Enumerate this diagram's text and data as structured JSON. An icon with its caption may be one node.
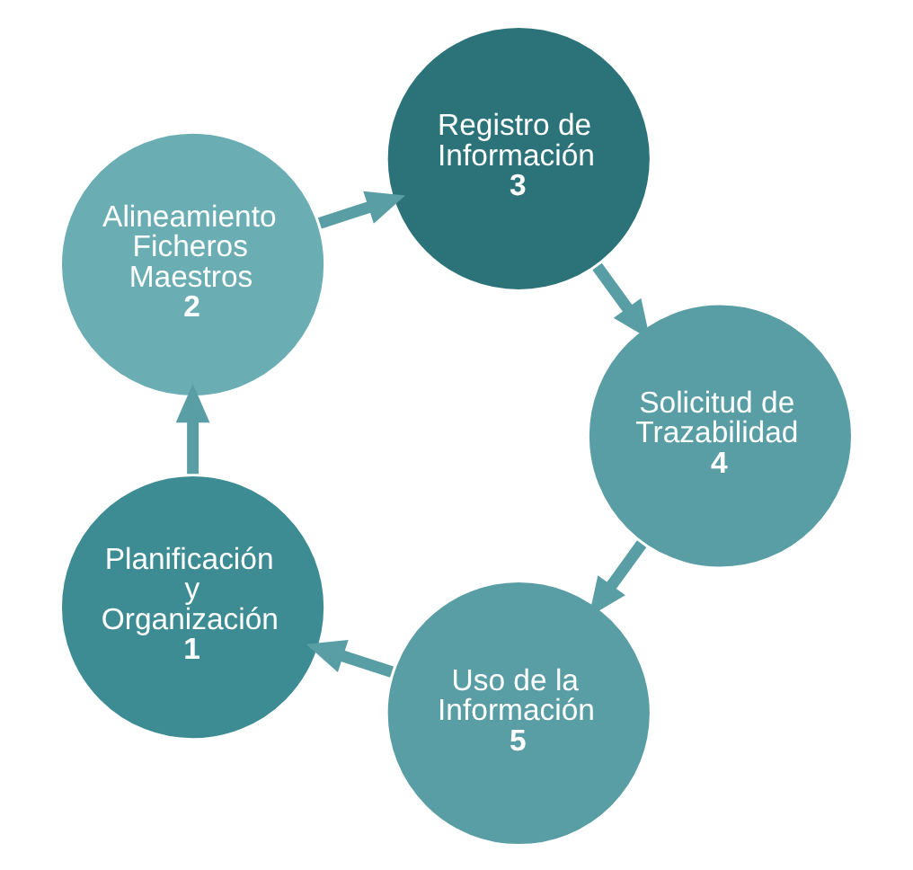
{
  "diagram": {
    "nodes": [
      {
        "text": [
          "Planificación y Organización",
          "1"
        ]
      },
      {
        "text": [
          "Alineamiento Ficheros Maestros",
          "2"
        ]
      },
      {
        "text": [
          "Registro de Información",
          "3"
        ]
      },
      {
        "text": [
          "Solicitud de Trazabilidad",
          "4"
        ]
      },
      {
        "text": [
          "Uso de la Información",
          "5"
        ]
      }
    ],
    "edges": [
      {
        "from": 0,
        "to": 1,
        "arrow": "to"
      },
      {
        "from": 1,
        "to": 2,
        "arrow": "to"
      },
      {
        "from": 2,
        "to": 3,
        "arrow": "to"
      },
      {
        "from": 3,
        "to": 4,
        "arrow": "to"
      },
      {
        "from": 4,
        "to": 0,
        "arrow": "to"
      }
    ]
  }
}
